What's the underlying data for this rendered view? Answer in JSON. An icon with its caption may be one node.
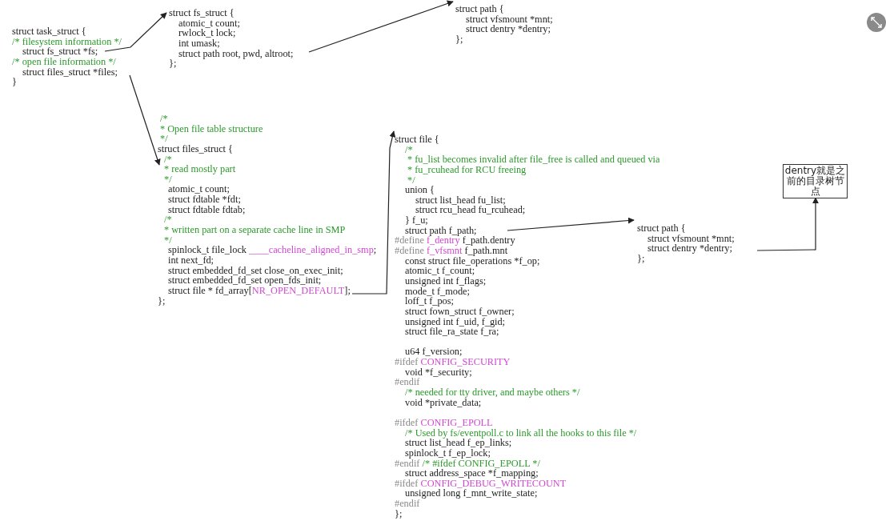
{
  "diagram": {
    "nodes": [
      {
        "text": [
          "struct task_struct {",
          "/* filesystem information */",
          "struct fs_struct *fs;",
          "/* open file information */",
          "struct files_struct *files;",
          "}"
        ]
      },
      {
        "text": [
          "struct fs_struct {",
          "atomic_t count;",
          "rwlock_t lock;",
          "int umask;",
          "struct path root, pwd, altroot;",
          "};"
        ]
      },
      {
        "text": [
          "struct path {",
          "struct vfsmount *mnt;",
          "struct dentry *dentry;",
          "};"
        ]
      },
      {
        "text": [
          "/*",
          "* Open file table structure",
          "*/",
          "struct files_struct {",
          "/*",
          "* read mostly part",
          "*/",
          "atomic_t count;",
          "struct fdtable *fdt;",
          "struct fdtable fdtab;",
          "/*",
          "* written part on a separate cache line in SMP",
          "*/",
          "spinlock_t file_lock ____cacheline_aligned_in_smp;",
          "int next_fd;",
          "struct embedded_fd_set close_on_exec_init;",
          "struct embedded_fd_set open_fds_init;",
          "struct file * fd_array[NR_OPEN_DEFAULT];",
          "};"
        ]
      },
      {
        "text": [
          "struct file {",
          "/*",
          "* fu_list becomes invalid after file_free is called and queued via",
          "* fu_rcuhead for RCU freeing",
          "*/",
          "union {",
          "struct list_head fu_list;",
          "struct rcu_head fu_rcuhead;",
          "} f_u;",
          "struct path f_path;",
          "#define f_dentry f_path.dentry",
          "#define f_vfsmnt f_path.mnt",
          "const struct file_operations *f_op;",
          "atomic_t f_count;",
          "unsigned int f_flags;",
          "mode_t f_mode;",
          "loff_t f_pos;",
          "struct fown_struct f_owner;",
          "unsigned int f_uid, f_gid;",
          "struct file_ra_state f_ra;",
          "u64 f_version;",
          "#ifdef CONFIG_SECURITY",
          "void *f_security;",
          "#endif",
          "/* needed for tty driver, and maybe others */",
          "void *private_data;",
          "#ifdef CONFIG_EPOLL",
          "/* Used by fs/eventpoll.c to link all the hooks to this file */",
          "struct list_head f_ep_links;",
          "spinlock_t f_ep_lock;",
          "#endif /* #ifdef CONFIG_EPOLL */",
          "struct address_space *f_mapping;",
          "#ifdef CONFIG_DEBUG_WRITECOUNT",
          "unsigned long f_mnt_write_state;",
          "#endif",
          "};"
        ]
      },
      {
        "text": [
          "struct path {",
          "struct vfsmount *mnt;",
          "struct dentry *dentry;",
          "};"
        ]
      },
      {
        "text": [
          "dentry就是之前的目录树节点"
        ]
      }
    ],
    "edges": [
      {
        "from": 0,
        "to": 1,
        "arrow": "to"
      },
      {
        "from": 1,
        "to": 2,
        "arrow": "to"
      },
      {
        "from": 0,
        "to": 3,
        "arrow": "to"
      },
      {
        "from": 3,
        "to": 4,
        "arrow": "to"
      },
      {
        "from": 4,
        "to": 5,
        "arrow": "to"
      },
      {
        "from": 5,
        "to": 6,
        "arrow": "to"
      }
    ]
  }
}
